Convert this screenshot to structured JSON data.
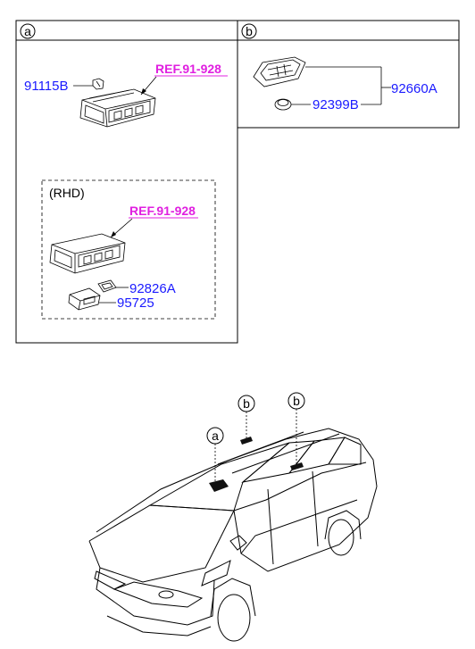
{
  "panel_a": {
    "marker": "a",
    "part_bracket": "91115B",
    "ref_top": "REF.91-928",
    "rhd_label": "(RHD)",
    "ref_rhd": "REF.91-928",
    "part_switch": "92826A",
    "part_module": "95725"
  },
  "panel_b": {
    "marker": "b",
    "part_lamp": "92660A",
    "part_bulb": "92399B"
  },
  "vehicle": {
    "callout_a": "a",
    "callout_b1": "b",
    "callout_b2": "b"
  },
  "colors": {
    "part_number": "#1a1aff",
    "reference": "#e020e0"
  }
}
